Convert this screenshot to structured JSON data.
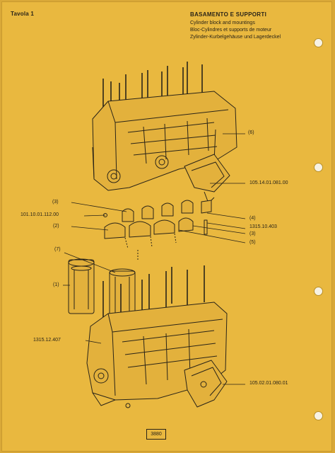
{
  "page_label": "Tavola 1",
  "title": {
    "main": "BASAMENTO E SUPPORTI",
    "en": "Cylinder block and mountings",
    "fr": "Bloc-Cylindres et supports de moteur",
    "de": "Zylinder-Kurbelgehäuse und Lagerdeckel"
  },
  "callouts": {
    "c6": "(6)",
    "p1": "105.14.01.081.00",
    "c3a": "(3)",
    "p2": "101.10.01.112.00",
    "c2": "(2)",
    "c4": "(4)",
    "p3": "1315.10.403",
    "c3b": "(3)",
    "c5": "(5)",
    "c7": "(7)",
    "c1": "(1)",
    "p4": "1315.12.407",
    "p5": "105.02.01.080.01"
  },
  "page_number": "3880",
  "colors": {
    "paper": "#e9b83f",
    "ink": "#2a2418"
  }
}
